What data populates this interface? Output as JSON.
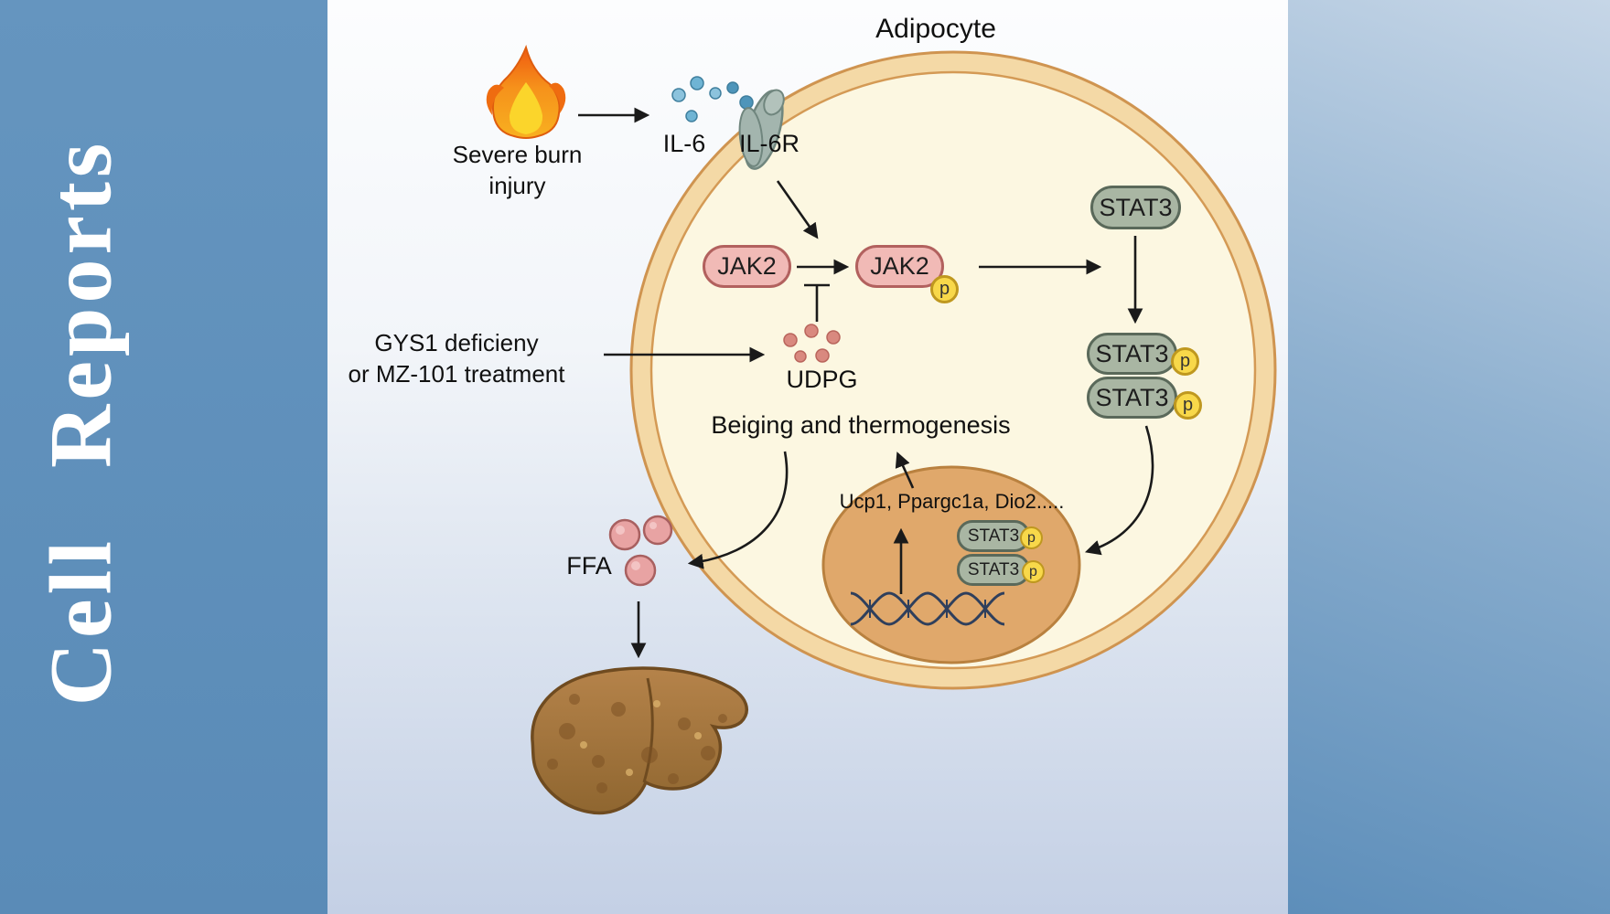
{
  "journal": {
    "name": "Cell Reports"
  },
  "figure": {
    "title": "Adipocyte",
    "stimulus": {
      "line1": "Severe burn",
      "line2": "injury"
    },
    "ligand": "IL-6",
    "receptor": "IL-6R",
    "kinase": "JAK2",
    "tf": "STAT3",
    "phospho": "p",
    "treatment": {
      "line1": "GYS1 deficieny",
      "line2": "or MZ-101 treatment"
    },
    "metabolite": "UDPG",
    "outcome": "Beiging and thermogenesis",
    "target_genes": "Ucp1, Ppargc1a, Dio2.....",
    "lipid": "FFA",
    "icons": {
      "flame": "flame-icon",
      "il6_particles": "il6-ligand-dots",
      "receptor": "membrane-receptor-icon",
      "udpg_particles": "udpg-dots",
      "ffa_particles": "ffa-droplets",
      "dna": "dna-helix-icon",
      "liver": "liver-organ-icon"
    },
    "palette": {
      "sidebar_blue": "#5d8eba",
      "membrane_tan": "#f4d9a6",
      "membrane_outline": "#cf9450",
      "cytoplasm_cream": "#fcf7e1",
      "nucleus_tan": "#e0a86b",
      "jak2_pink": "#f1bab6",
      "stat3_green": "#a9b6a3",
      "phospho_yellow": "#f8d84a",
      "il6_blue": "#6fb4d4",
      "udpg_red": "#d9897f",
      "ffa_pink": "#e8a3a3",
      "liver_brown": "#a5793f",
      "arrow_black": "#1a1a1a"
    }
  }
}
